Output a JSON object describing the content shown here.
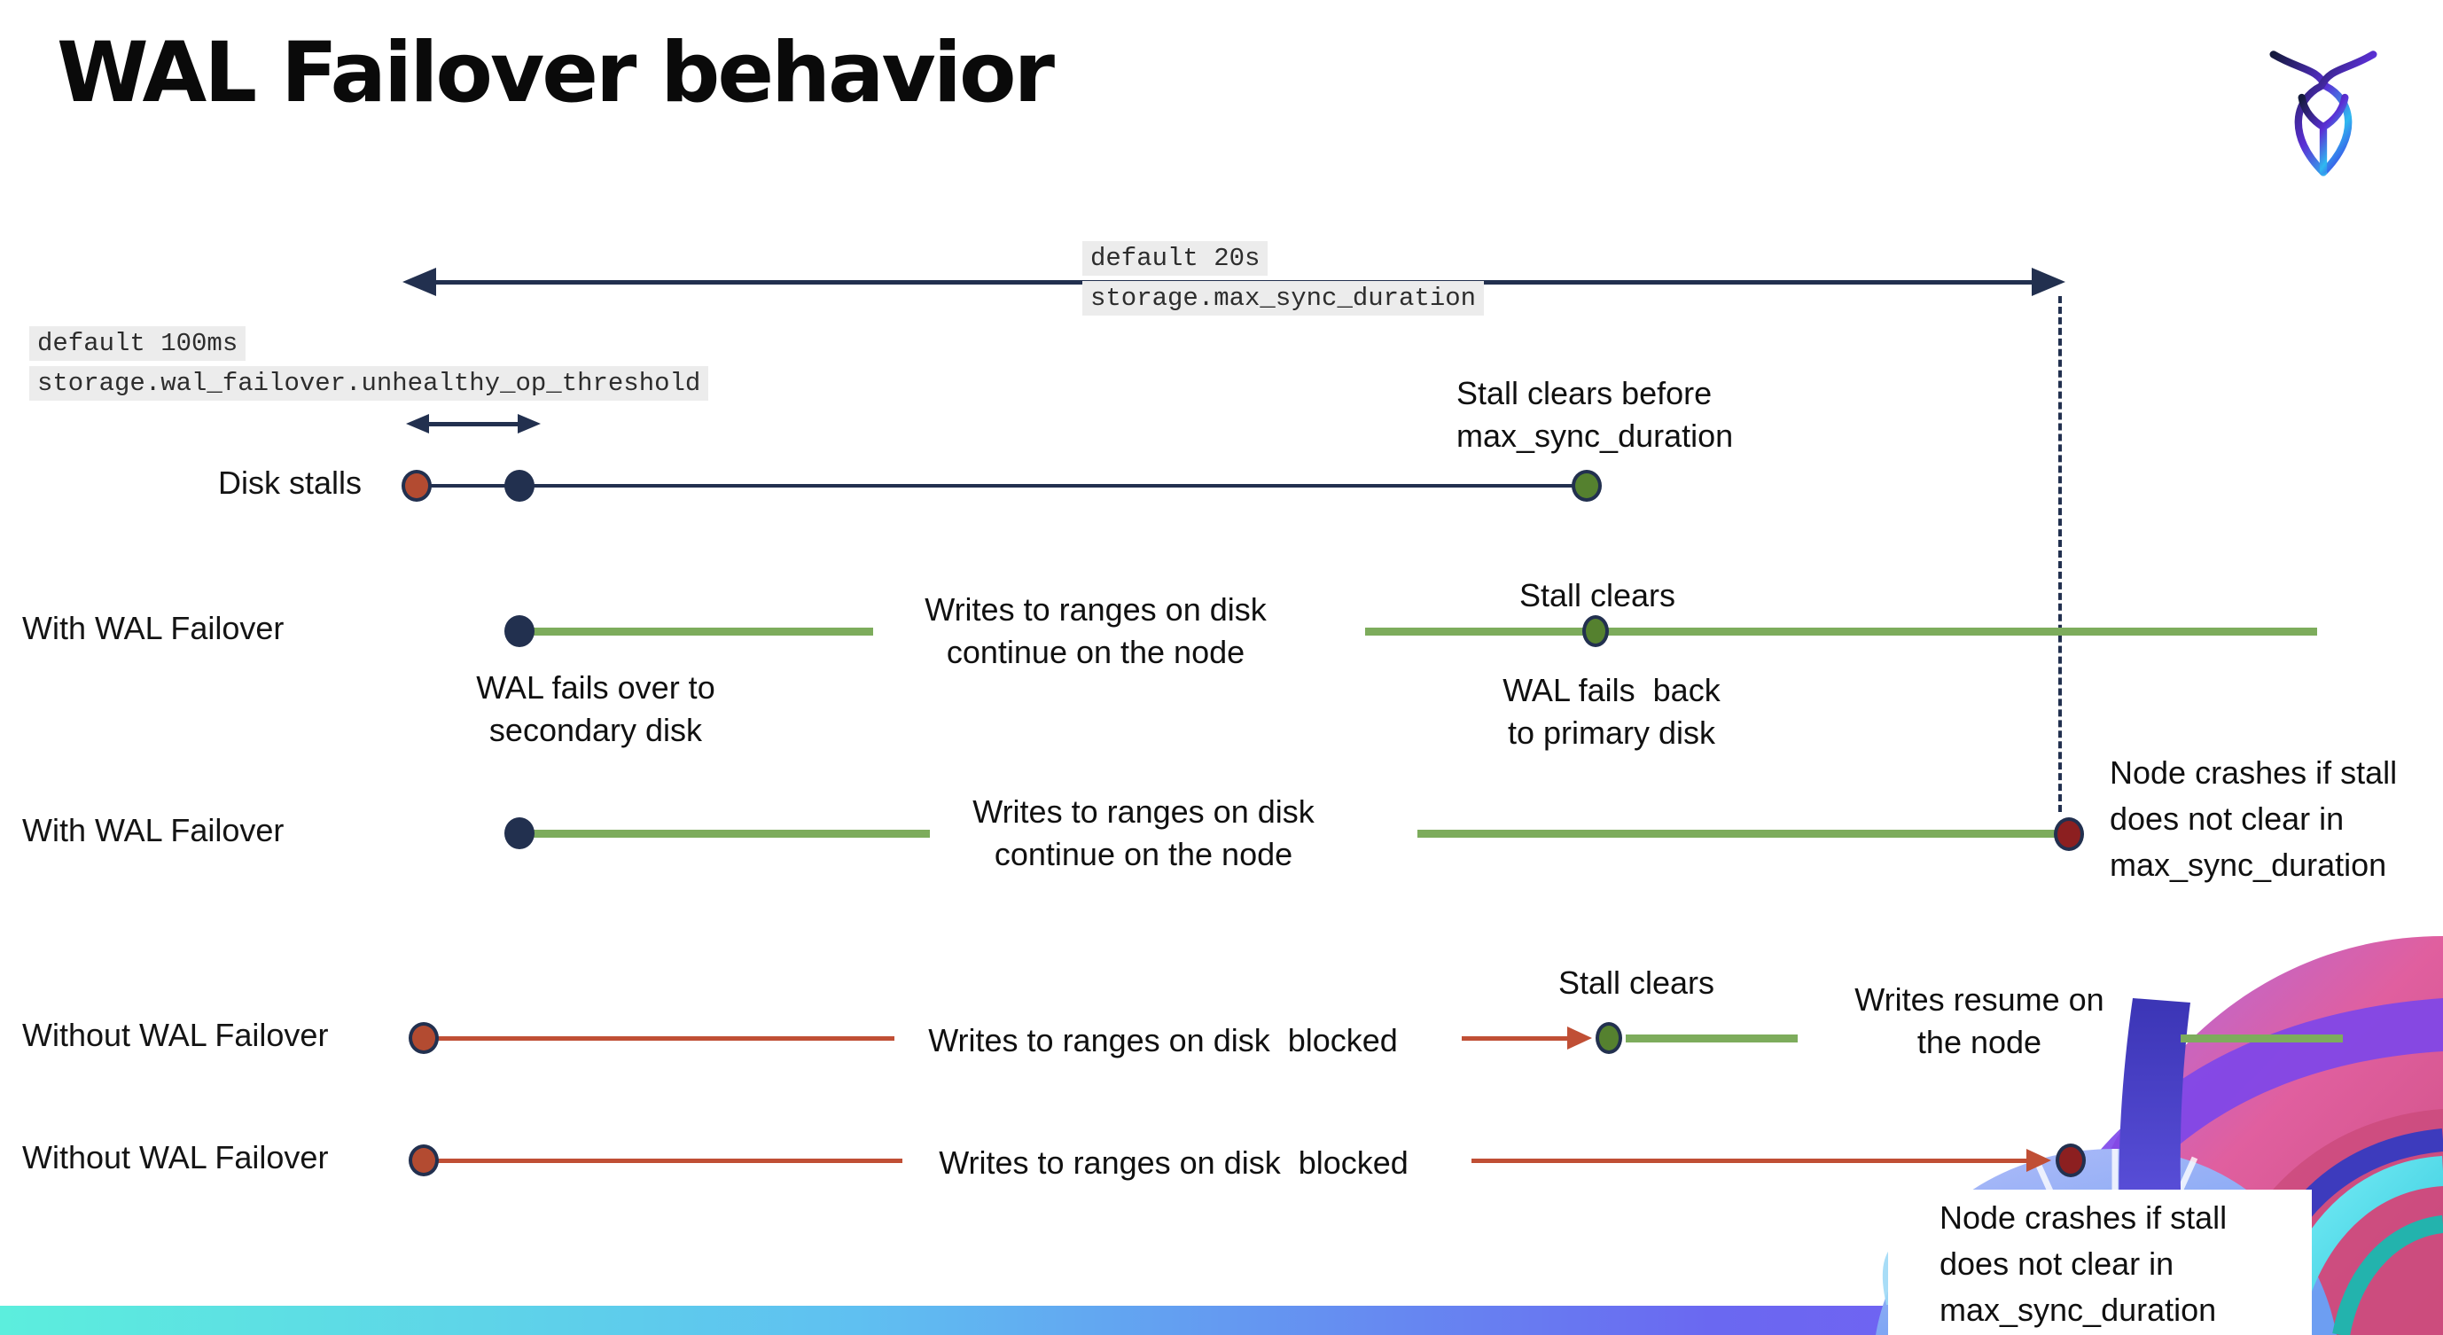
{
  "slide": {
    "title": "WAL Failover behavior"
  },
  "logo": {
    "name": "cockroachdb-logo"
  },
  "colors": {
    "navy": "#22304f",
    "green_line": "#7dac5c",
    "green_dot": "#55812f",
    "red_line": "#c04f35",
    "red_dot": "#b34b31",
    "maroon_dot": "#8c1f20",
    "label_bg": "#ececec",
    "bottom_bar_gradient": [
      "#5ceedd",
      "#5fc0f1",
      "#6a68f1",
      "#7e57f3"
    ],
    "art_palette": [
      "#e05f9f",
      "#cb4b7d",
      "#7c46ea",
      "#8fa3f7",
      "#4338c2",
      "#45d7ee"
    ]
  },
  "config_labels": {
    "max_sync_duration": {
      "default_value": "default 20s",
      "setting": "storage.max_sync_duration"
    },
    "unhealthy_op_threshold": {
      "default_value": "default 100ms",
      "setting": "storage.wal_failover.unhealthy_op_threshold"
    }
  },
  "rows": [
    {
      "label": "Disk stalls"
    },
    {
      "label": "With WAL Failover"
    },
    {
      "label": "With WAL Failover"
    },
    {
      "label": "Without WAL Failover"
    },
    {
      "label": "Without WAL Failover"
    }
  ],
  "annotations": {
    "stall_clears_before": "Stall clears before\nmax_sync_duration",
    "wal_fails_over": "WAL fails over to\nsecondary disk",
    "writes_continue_row2": "Writes to ranges on disk\ncontinue on the node",
    "stall_clears_row2": "Stall clears",
    "wal_fails_back": "WAL fails  back\nto primary disk",
    "writes_continue_row3": "Writes to ranges on disk\ncontinue on the node",
    "node_crashes_row3": "Node crashes if stall\ndoes not clear in\nmax_sync_duration",
    "writes_blocked_row4": "Writes to ranges on disk  blocked",
    "stall_clears_row4": "Stall clears",
    "writes_resume": "Writes resume on\nthe node",
    "writes_blocked_row5": "Writes to ranges on disk  blocked",
    "node_crashes_row5": "Node crashes if stall\ndoes not clear in\nmax_sync_duration"
  }
}
